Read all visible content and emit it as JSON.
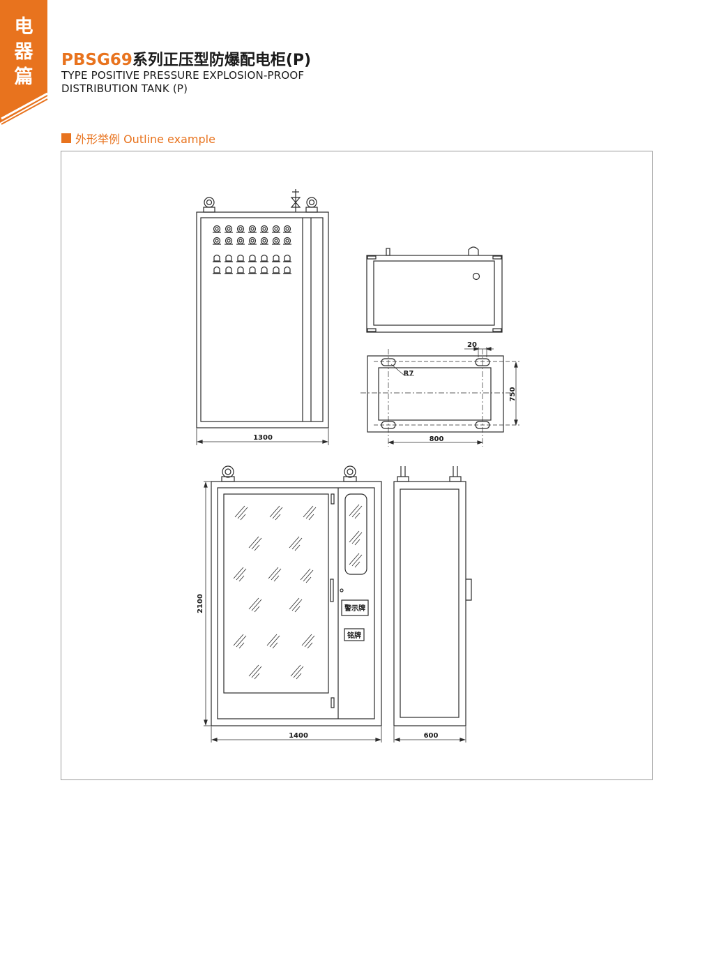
{
  "side_tab": {
    "chars": [
      "电",
      "器",
      "篇"
    ],
    "accent": "#e8731e"
  },
  "header": {
    "model": "PBSG69",
    "title_cn": "系列正压型防爆配电柜(P)",
    "title_en_line1": "TYPE POSITIVE PRESSURE EXPLOSION-PROOF",
    "title_en_line2": "DISTRIBUTION TANK (P)"
  },
  "section": {
    "label": "外形举例 Outline example"
  },
  "drawing": {
    "front_view_width": "1300",
    "mounting_width": "800",
    "mounting_depth": "750",
    "hole_offset": "20",
    "hole_radius": "R7",
    "cabinet_height": "2100",
    "cabinet_width": "1400",
    "side_depth": "600",
    "warning_plate": "警示牌",
    "name_plate": "铭牌"
  },
  "colors": {
    "accent": "#e8731e",
    "line": "#2a2a2a",
    "frame": "#9a9a9a"
  }
}
